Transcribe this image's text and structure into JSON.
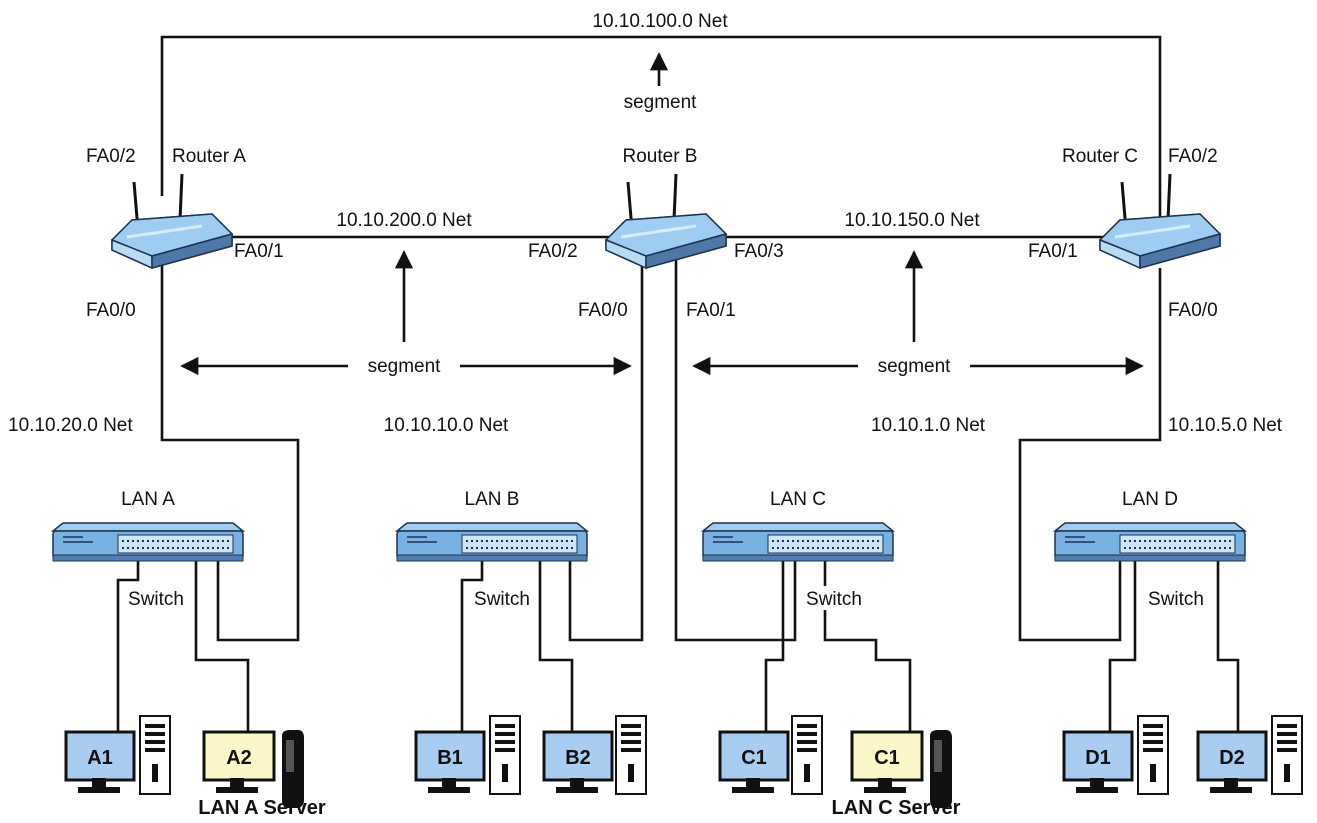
{
  "networks": {
    "top": "10.10.100.0 Net",
    "ab": "10.10.200.0 Net",
    "bc": "10.10.150.0 Net",
    "lan_a": "10.10.20.0 Net",
    "lan_b": "10.10.10.0 Net",
    "lan_c": "10.10.1.0 Net",
    "lan_d": "10.10.5.0 Net"
  },
  "segment_label": "segment",
  "routers": {
    "a": {
      "name": "Router A",
      "ports": {
        "fa02": "FA0/2",
        "fa01": "FA0/1",
        "fa00": "FA0/0"
      }
    },
    "b": {
      "name": "Router B",
      "ports": {
        "fa02": "FA0/2",
        "fa03": "FA0/3",
        "fa00": "FA0/0",
        "fa01": "FA0/1"
      }
    },
    "c": {
      "name": "Router C",
      "ports": {
        "fa02": "FA0/2",
        "fa01": "FA0/1",
        "fa00": "FA0/0"
      }
    }
  },
  "lans": {
    "a": {
      "name": "LAN A",
      "switch_label": "Switch"
    },
    "b": {
      "name": "LAN B",
      "switch_label": "Switch"
    },
    "c": {
      "name": "LAN C",
      "switch_label": "Switch"
    },
    "d": {
      "name": "LAN D",
      "switch_label": "Switch"
    }
  },
  "hosts": {
    "a1": "A1",
    "a2": "A2",
    "b1": "B1",
    "b2": "B2",
    "c1": "C1",
    "c1_server": "C1",
    "d1": "D1",
    "d2": "D2"
  },
  "server_labels": {
    "a": "LAN A Server",
    "c": "LAN C Server"
  },
  "colors": {
    "router_blue": "#8fc3ea",
    "switch_blue": "#7fb8e6",
    "monitor_blue": "#a9cdf0",
    "server_yellow": "#fbf6c8",
    "line": "#111111"
  }
}
